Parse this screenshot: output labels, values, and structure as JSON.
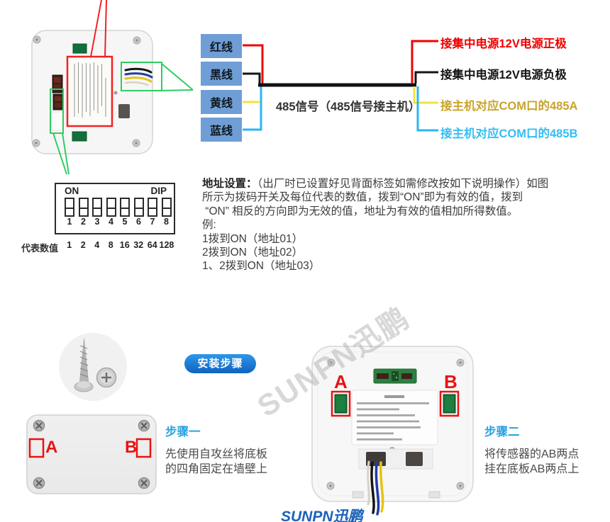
{
  "wiring": {
    "wires": [
      {
        "label": "红线"
      },
      {
        "label": "黑线"
      },
      {
        "label": "黄线"
      },
      {
        "label": "蓝线"
      }
    ],
    "signal_label": "485信号（485信号接主机）",
    "connections": [
      {
        "label": "接集中电源12V电源正极"
      },
      {
        "label": "接集中电源12V电源负极"
      },
      {
        "label": "接主机对应COM口的485A"
      },
      {
        "label": "接主机对应COM口的485B"
      }
    ],
    "colors": {
      "red_wire": "#f20000",
      "black_wire": "#151515",
      "yellow_wire": "#f2e33c",
      "blue_wire": "#29b6f2",
      "chip_blue": "#6f9ed6",
      "com485a_text": "#c9a42c",
      "com485b_text": "#35bdf3"
    }
  },
  "dip": {
    "on_label": "ON",
    "dip_label": "DIP",
    "switches": [
      "1",
      "2",
      "3",
      "4",
      "5",
      "6",
      "7",
      "8"
    ],
    "values_caption": "代表数值",
    "values": [
      "1",
      "2",
      "4",
      "8",
      "16",
      "32",
      "64",
      "128"
    ]
  },
  "address": {
    "heading": "地址设置：",
    "lines": [
      "（出厂时已设置好见背面标签如需修改按如下说明操作）如图",
      "所示为拨码开关及每位代表的数值，拨到“ON”即为有效的值，拨到",
      " “ON” 相反的方向即为无效的值，地址为有效的值相加所得数值。",
      "例:",
      "1拨到ON（地址01）",
      "2拨到ON（地址02）",
      "1、2拨到ON（地址03）"
    ]
  },
  "install": {
    "button_label": "安装步骤",
    "watermark": "SUNPN迅鹏",
    "brand_logo": "SUNPN迅鹏",
    "marker_a": "A",
    "marker_b": "B",
    "step1": {
      "title": "步骤一",
      "lines": [
        "先使用自攻丝将底板",
        "的四角固定在墙壁上"
      ]
    },
    "step2": {
      "title": "步骤二",
      "lines": [
        "将传感器的AB两点",
        "挂在底板AB两点上"
      ]
    },
    "colors": {
      "accent_blue": "#2aa3e3",
      "annotation_red": "#e81313",
      "callout_green": "#2fcc63"
    }
  }
}
